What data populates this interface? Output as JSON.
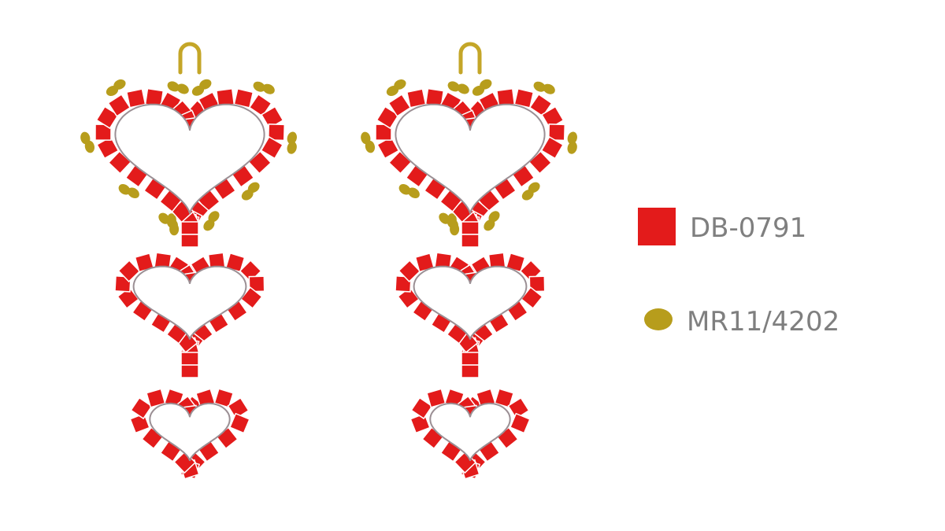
{
  "colors": {
    "delica_red": "#e31b1b",
    "drop_gold": "#b79d1c",
    "wire_gold": "#c4a628",
    "outline_gray": "#9b8f94",
    "label_gray": "#7f7f7f"
  },
  "earrings": [
    {
      "name": "left-earring",
      "hearts": [
        "large",
        "medium",
        "small"
      ]
    },
    {
      "name": "right-earring",
      "hearts": [
        "large",
        "medium",
        "small"
      ]
    }
  ],
  "legend": [
    {
      "shape": "square",
      "color_key": "delica_red",
      "label": "DB-0791"
    },
    {
      "shape": "drop",
      "color_key": "drop_gold",
      "label": "MR11/4202"
    }
  ]
}
